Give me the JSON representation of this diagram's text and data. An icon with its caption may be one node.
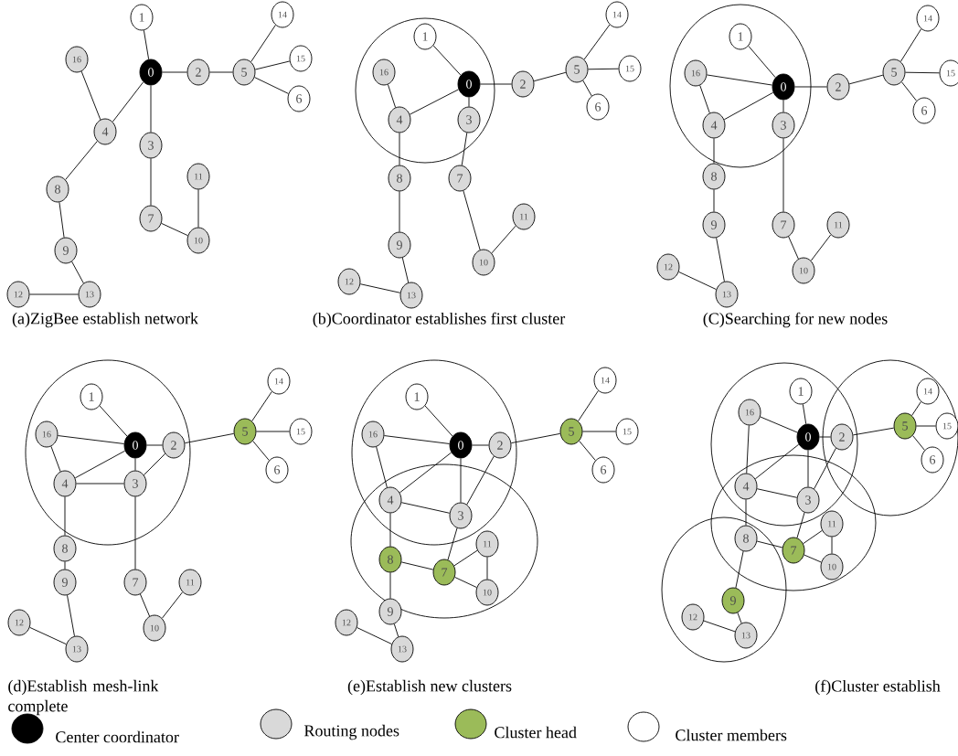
{
  "diagram": {
    "nodes": [
      {
        "text": [
          "0"
        ]
      },
      {
        "text": [
          "1"
        ]
      },
      {
        "text": [
          "2"
        ]
      },
      {
        "text": [
          "3"
        ]
      },
      {
        "text": [
          "4"
        ]
      },
      {
        "text": [
          "5"
        ]
      },
      {
        "text": [
          "6"
        ]
      },
      {
        "text": [
          "7"
        ]
      },
      {
        "text": [
          "8"
        ]
      },
      {
        "text": [
          "9"
        ]
      },
      {
        "text": [
          "10"
        ]
      },
      {
        "text": [
          "11"
        ]
      },
      {
        "text": [
          "12"
        ]
      },
      {
        "text": [
          "13"
        ]
      },
      {
        "text": [
          "14"
        ]
      },
      {
        "text": [
          "15"
        ]
      },
      {
        "text": [
          "16"
        ]
      },
      {
        "text": [
          "0"
        ]
      },
      {
        "text": [
          "1"
        ]
      },
      {
        "text": [
          "2"
        ]
      },
      {
        "text": [
          "3"
        ]
      },
      {
        "text": [
          "4"
        ]
      },
      {
        "text": [
          "5"
        ]
      },
      {
        "text": [
          "6"
        ]
      },
      {
        "text": [
          "7"
        ]
      },
      {
        "text": [
          "8"
        ]
      },
      {
        "text": [
          "9"
        ]
      },
      {
        "text": [
          "10"
        ]
      },
      {
        "text": [
          "11"
        ]
      },
      {
        "text": [
          "12"
        ]
      },
      {
        "text": [
          "13"
        ]
      },
      {
        "text": [
          "14"
        ]
      },
      {
        "text": [
          "15"
        ]
      },
      {
        "text": [
          "16"
        ]
      },
      {
        "text": [
          "0"
        ]
      },
      {
        "text": [
          "1"
        ]
      },
      {
        "text": [
          "2"
        ]
      },
      {
        "text": [
          "3"
        ]
      },
      {
        "text": [
          "4"
        ]
      },
      {
        "text": [
          "5"
        ]
      },
      {
        "text": [
          "6"
        ]
      },
      {
        "text": [
          "7"
        ]
      },
      {
        "text": [
          "8"
        ]
      },
      {
        "text": [
          "9"
        ]
      },
      {
        "text": [
          "10"
        ]
      },
      {
        "text": [
          "11"
        ]
      },
      {
        "text": [
          "12"
        ]
      },
      {
        "text": [
          "13"
        ]
      },
      {
        "text": [
          "14"
        ]
      },
      {
        "text": [
          "15"
        ]
      },
      {
        "text": [
          "16"
        ]
      },
      {
        "text": [
          "0"
        ]
      },
      {
        "text": [
          "1"
        ]
      },
      {
        "text": [
          "2"
        ]
      },
      {
        "text": [
          "3"
        ]
      },
      {
        "text": [
          "4"
        ]
      },
      {
        "text": [
          "5"
        ]
      },
      {
        "text": [
          "6"
        ]
      },
      {
        "text": [
          "7"
        ]
      },
      {
        "text": [
          "8"
        ]
      },
      {
        "text": [
          "9"
        ]
      },
      {
        "text": [
          "10"
        ]
      },
      {
        "text": [
          "11"
        ]
      },
      {
        "text": [
          "12"
        ]
      },
      {
        "text": [
          "13"
        ]
      },
      {
        "text": [
          "14"
        ]
      },
      {
        "text": [
          "15"
        ]
      },
      {
        "text": [
          "16"
        ]
      },
      {
        "text": [
          "0"
        ]
      },
      {
        "text": [
          "1"
        ]
      },
      {
        "text": [
          "2"
        ]
      },
      {
        "text": [
          "3"
        ]
      },
      {
        "text": [
          "4"
        ]
      },
      {
        "text": [
          "5"
        ]
      },
      {
        "text": [
          "6"
        ]
      },
      {
        "text": [
          "7"
        ]
      },
      {
        "text": [
          "8"
        ]
      },
      {
        "text": [
          "9"
        ]
      },
      {
        "text": [
          "10"
        ]
      },
      {
        "text": [
          "11"
        ]
      },
      {
        "text": [
          "12"
        ]
      },
      {
        "text": [
          "13"
        ]
      },
      {
        "text": [
          "14"
        ]
      },
      {
        "text": [
          "15"
        ]
      },
      {
        "text": [
          "16"
        ]
      },
      {
        "text": [
          "0"
        ]
      },
      {
        "text": [
          "1"
        ]
      },
      {
        "text": [
          "2"
        ]
      },
      {
        "text": [
          "3"
        ]
      },
      {
        "text": [
          "4"
        ]
      },
      {
        "text": [
          "5"
        ]
      },
      {
        "text": [
          "6"
        ]
      },
      {
        "text": [
          "7"
        ]
      },
      {
        "text": [
          "8"
        ]
      },
      {
        "text": [
          "9"
        ]
      },
      {
        "text": [
          "10"
        ]
      },
      {
        "text": [
          "11"
        ]
      },
      {
        "text": [
          "12"
        ]
      },
      {
        "text": [
          "13"
        ]
      },
      {
        "text": [
          "14"
        ]
      },
      {
        "text": [
          "15"
        ]
      },
      {
        "text": [
          "16"
        ]
      }
    ],
    "edges": [
      {
        "from": 1,
        "to": 0,
        "arrow": "none"
      },
      {
        "from": 0,
        "to": 2,
        "arrow": "none"
      },
      {
        "from": 2,
        "to": 5,
        "arrow": "none"
      },
      {
        "from": 5,
        "to": 14,
        "arrow": "none"
      },
      {
        "from": 5,
        "to": 15,
        "arrow": "none"
      },
      {
        "from": 5,
        "to": 6,
        "arrow": "none"
      },
      {
        "from": 0,
        "to": 4,
        "arrow": "none"
      },
      {
        "from": 16,
        "to": 4,
        "arrow": "none"
      },
      {
        "from": 0,
        "to": 3,
        "arrow": "none"
      },
      {
        "from": 4,
        "to": 8,
        "arrow": "none"
      },
      {
        "from": 3,
        "to": 7,
        "arrow": "none"
      },
      {
        "from": 7,
        "to": 10,
        "arrow": "none"
      },
      {
        "from": 11,
        "to": 10,
        "arrow": "none"
      },
      {
        "from": 8,
        "to": 9,
        "arrow": "none"
      },
      {
        "from": 9,
        "to": 13,
        "arrow": "none"
      },
      {
        "from": 12,
        "to": 13,
        "arrow": "none"
      },
      {
        "from": 18,
        "to": 17,
        "arrow": "none"
      },
      {
        "from": 17,
        "to": 19,
        "arrow": "none"
      },
      {
        "from": 19,
        "to": 22,
        "arrow": "none"
      },
      {
        "from": 22,
        "to": 31,
        "arrow": "none"
      },
      {
        "from": 22,
        "to": 32,
        "arrow": "none"
      },
      {
        "from": 22,
        "to": 23,
        "arrow": "none"
      },
      {
        "from": 33,
        "to": 21,
        "arrow": "none"
      },
      {
        "from": 21,
        "to": 17,
        "arrow": "none"
      },
      {
        "from": 17,
        "to": 20,
        "arrow": "none"
      },
      {
        "from": 21,
        "to": 25,
        "arrow": "none"
      },
      {
        "from": 20,
        "to": 24,
        "arrow": "none"
      },
      {
        "from": 25,
        "to": 26,
        "arrow": "none"
      },
      {
        "from": 24,
        "to": 27,
        "arrow": "none"
      },
      {
        "from": 27,
        "to": 28,
        "arrow": "none"
      },
      {
        "from": 26,
        "to": 30,
        "arrow": "none"
      },
      {
        "from": 29,
        "to": 30,
        "arrow": "none"
      },
      {
        "from": 35,
        "to": 34,
        "arrow": "none"
      },
      {
        "from": 50,
        "to": 34,
        "arrow": "none"
      },
      {
        "from": 50,
        "to": 38,
        "arrow": "none"
      },
      {
        "from": 38,
        "to": 34,
        "arrow": "none"
      },
      {
        "from": 34,
        "to": 37,
        "arrow": "none"
      },
      {
        "from": 34,
        "to": 36,
        "arrow": "none"
      },
      {
        "from": 36,
        "to": 39,
        "arrow": "none"
      },
      {
        "from": 39,
        "to": 48,
        "arrow": "none"
      },
      {
        "from": 39,
        "to": 49,
        "arrow": "none"
      },
      {
        "from": 39,
        "to": 40,
        "arrow": "none"
      },
      {
        "from": 38,
        "to": 42,
        "arrow": "none"
      },
      {
        "from": 42,
        "to": 43,
        "arrow": "none"
      },
      {
        "from": 37,
        "to": 41,
        "arrow": "none"
      },
      {
        "from": 43,
        "to": 47,
        "arrow": "none"
      },
      {
        "from": 46,
        "to": 47,
        "arrow": "none"
      },
      {
        "from": 41,
        "to": 44,
        "arrow": "none"
      },
      {
        "from": 45,
        "to": 44,
        "arrow": "none"
      },
      {
        "from": 52,
        "to": 51,
        "arrow": "none"
      },
      {
        "from": 67,
        "to": 51,
        "arrow": "none"
      },
      {
        "from": 67,
        "to": 55,
        "arrow": "none"
      },
      {
        "from": 55,
        "to": 51,
        "arrow": "none"
      },
      {
        "from": 51,
        "to": 53,
        "arrow": "none"
      },
      {
        "from": 51,
        "to": 54,
        "arrow": "none"
      },
      {
        "from": 53,
        "to": 54,
        "arrow": "none"
      },
      {
        "from": 55,
        "to": 54,
        "arrow": "none"
      },
      {
        "from": 53,
        "to": 56,
        "arrow": "none"
      },
      {
        "from": 56,
        "to": 65,
        "arrow": "none"
      },
      {
        "from": 56,
        "to": 66,
        "arrow": "none"
      },
      {
        "from": 56,
        "to": 57,
        "arrow": "none"
      },
      {
        "from": 55,
        "to": 59,
        "arrow": "none"
      },
      {
        "from": 59,
        "to": 60,
        "arrow": "none"
      },
      {
        "from": 54,
        "to": 58,
        "arrow": "none"
      },
      {
        "from": 60,
        "to": 64,
        "arrow": "none"
      },
      {
        "from": 63,
        "to": 64,
        "arrow": "none"
      },
      {
        "from": 58,
        "to": 61,
        "arrow": "none"
      },
      {
        "from": 62,
        "to": 61,
        "arrow": "none"
      },
      {
        "from": 69,
        "to": 68,
        "arrow": "none"
      },
      {
        "from": 84,
        "to": 68,
        "arrow": "none"
      },
      {
        "from": 84,
        "to": 72,
        "arrow": "none"
      },
      {
        "from": 72,
        "to": 68,
        "arrow": "none"
      },
      {
        "from": 68,
        "to": 70,
        "arrow": "none"
      },
      {
        "from": 68,
        "to": 71,
        "arrow": "none"
      },
      {
        "from": 70,
        "to": 71,
        "arrow": "none"
      },
      {
        "from": 72,
        "to": 71,
        "arrow": "none"
      },
      {
        "from": 70,
        "to": 73,
        "arrow": "none"
      },
      {
        "from": 73,
        "to": 82,
        "arrow": "none"
      },
      {
        "from": 73,
        "to": 83,
        "arrow": "none"
      },
      {
        "from": 73,
        "to": 74,
        "arrow": "none"
      },
      {
        "from": 72,
        "to": 76,
        "arrow": "none"
      },
      {
        "from": 71,
        "to": 75,
        "arrow": "none"
      },
      {
        "from": 76,
        "to": 75,
        "arrow": "none"
      },
      {
        "from": 75,
        "to": 79,
        "arrow": "none"
      },
      {
        "from": 75,
        "to": 78,
        "arrow": "none"
      },
      {
        "from": 79,
        "to": 78,
        "arrow": "none"
      },
      {
        "from": 76,
        "to": 77,
        "arrow": "none"
      },
      {
        "from": 77,
        "to": 81,
        "arrow": "none"
      },
      {
        "from": 80,
        "to": 81,
        "arrow": "none"
      },
      {
        "from": 86,
        "to": 85,
        "arrow": "none"
      },
      {
        "from": 101,
        "to": 85,
        "arrow": "none"
      },
      {
        "from": 101,
        "to": 89,
        "arrow": "none"
      },
      {
        "from": 89,
        "to": 85,
        "arrow": "none"
      },
      {
        "from": 85,
        "to": 87,
        "arrow": "none"
      },
      {
        "from": 85,
        "to": 88,
        "arrow": "none"
      },
      {
        "from": 87,
        "to": 88,
        "arrow": "none"
      },
      {
        "from": 89,
        "to": 88,
        "arrow": "none"
      },
      {
        "from": 87,
        "to": 90,
        "arrow": "none"
      },
      {
        "from": 90,
        "to": 99,
        "arrow": "none"
      },
      {
        "from": 90,
        "to": 100,
        "arrow": "none"
      },
      {
        "from": 90,
        "to": 91,
        "arrow": "none"
      },
      {
        "from": 89,
        "to": 93,
        "arrow": "none"
      },
      {
        "from": 88,
        "to": 92,
        "arrow": "none"
      },
      {
        "from": 93,
        "to": 92,
        "arrow": "none"
      },
      {
        "from": 92,
        "to": 96,
        "arrow": "none"
      },
      {
        "from": 92,
        "to": 95,
        "arrow": "none"
      },
      {
        "from": 96,
        "to": 95,
        "arrow": "none"
      },
      {
        "from": 93,
        "to": 94,
        "arrow": "none"
      },
      {
        "from": 94,
        "to": 98,
        "arrow": "none"
      },
      {
        "from": 97,
        "to": 98,
        "arrow": "none"
      }
    ],
    "labels": [
      "(a)ZigBee establish network",
      "(b)Coordinator establishes first cluster",
      "(C)Searching for new nodes",
      "(d)Establish mesh-link complete",
      "(e)Establish new clusters",
      "(f)Cluster establish"
    ],
    "legend": [
      {
        "text": "Center coordinator",
        "color": "#000000"
      },
      {
        "text": "Routing nodes",
        "color": "#d9d9d9"
      },
      {
        "text": "Cluster head",
        "color": "#9bbb59"
      },
      {
        "text": "Cluster members"
      }
    ]
  }
}
